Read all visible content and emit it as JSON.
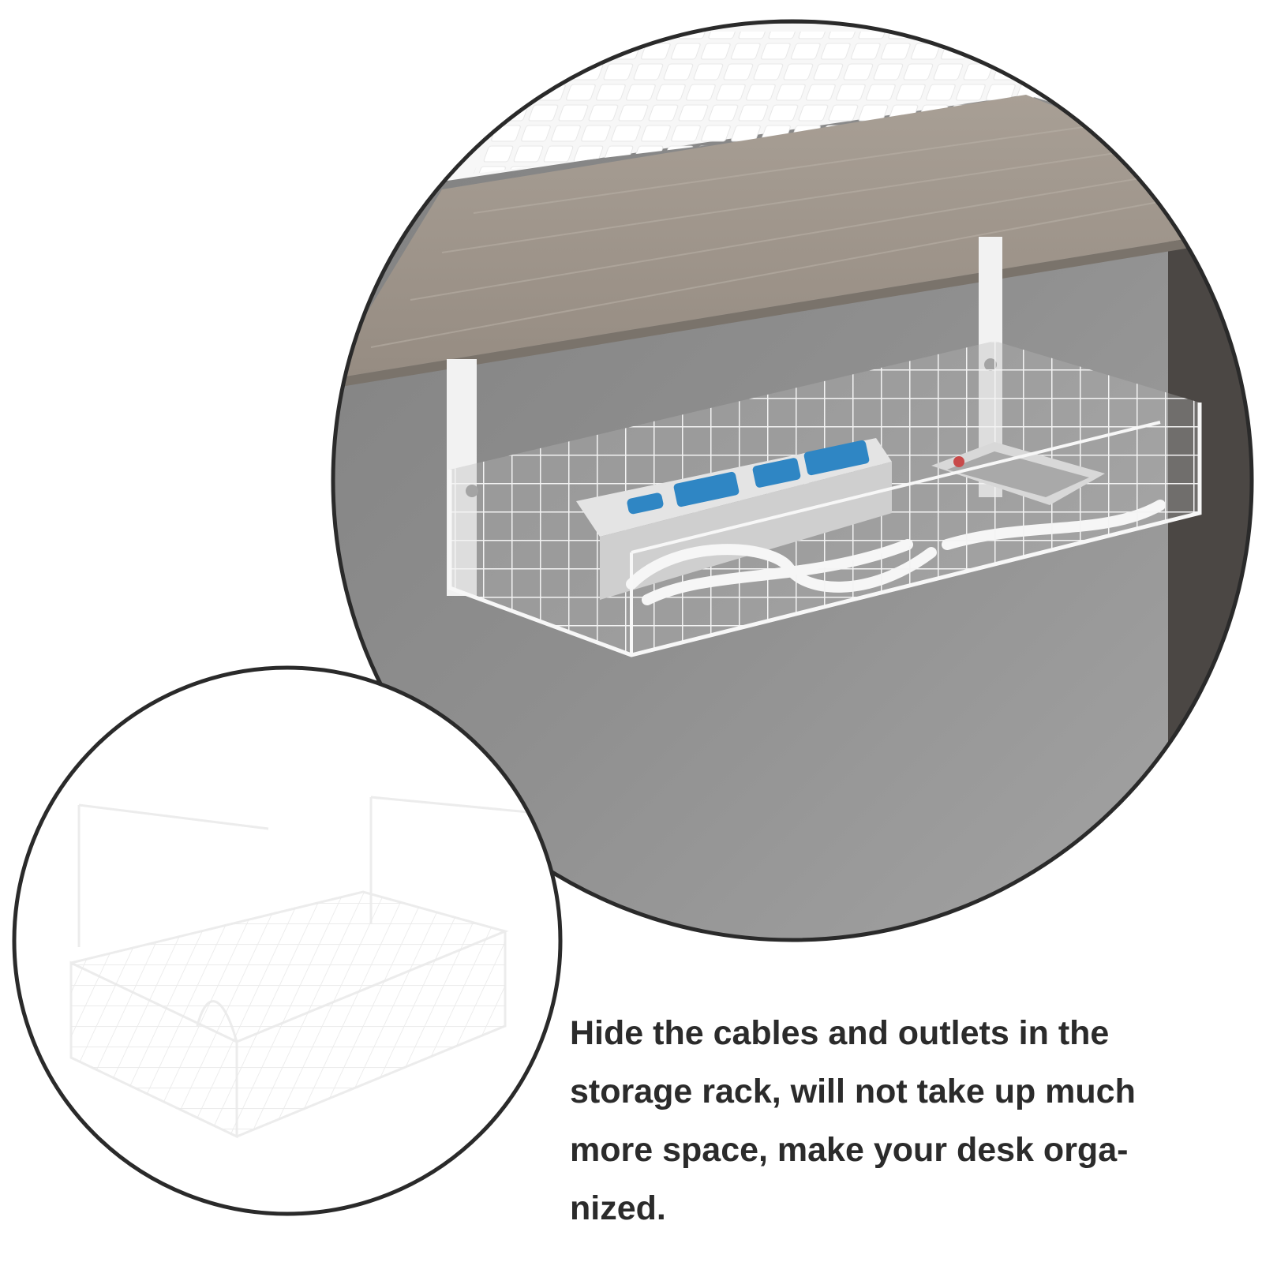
{
  "caption": {
    "lines": [
      "Hide the cables and outlets in the",
      "storage rack, will not take up much",
      "more space, make your desk orga-",
      "nized."
    ]
  },
  "colors": {
    "background": "#ffffff",
    "wall": "#8e8e8e",
    "desk_wood": "#a39a90",
    "basket_wire": "#f4f4f4",
    "outlet_blue": "#2f86c4",
    "circle_border": "#2a2a2a",
    "caption_text": "#2b2b2b"
  }
}
